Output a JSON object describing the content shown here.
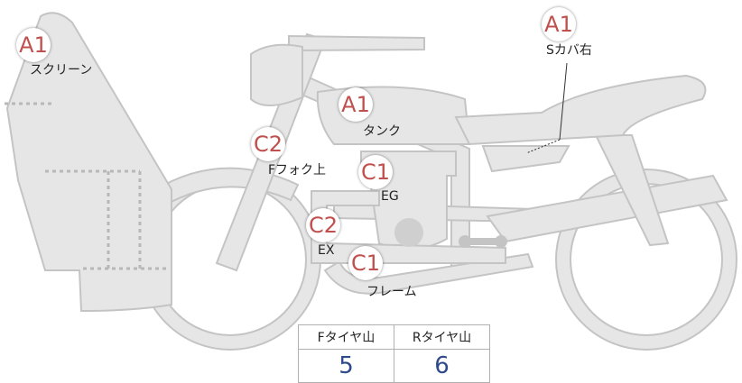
{
  "damage_marks": [
    {
      "grade": "A1",
      "part": "スクリーン"
    },
    {
      "grade": "A1",
      "part": "Sカバ右"
    },
    {
      "grade": "A1",
      "part": "タンク"
    },
    {
      "grade": "C2",
      "part": "Fフォク上"
    },
    {
      "grade": "C1",
      "part": "EG"
    },
    {
      "grade": "C2",
      "part": "EX"
    },
    {
      "grade": "C1",
      "part": "フレーム"
    }
  ],
  "tread_table": {
    "front_label": "Fタイヤ山",
    "rear_label": "Rタイヤ山",
    "front_value": "5",
    "rear_value": "6"
  },
  "colors": {
    "bike_fill": "#e6e6e6",
    "bike_stroke": "#c4c4c4",
    "grade_text": "#c0504d",
    "tread_value": "#2f4a8a"
  }
}
